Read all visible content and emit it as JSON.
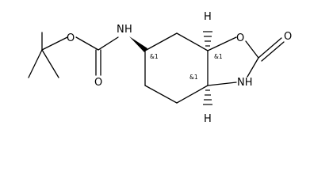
{
  "molecule": {
    "atoms": {
      "nh_carbamate": "N",
      "nh_carbamate_h": "H",
      "o_ester": "O",
      "o_carbonyl_carbamate": "O",
      "o_ring": "O",
      "o_carbonyl_ring": "O",
      "nh_ring": "NH",
      "h_top": "H",
      "h_bottom": "H"
    },
    "stereo_labels": {
      "c6": "&1",
      "c7a": "&1",
      "c3a": "&1"
    }
  }
}
